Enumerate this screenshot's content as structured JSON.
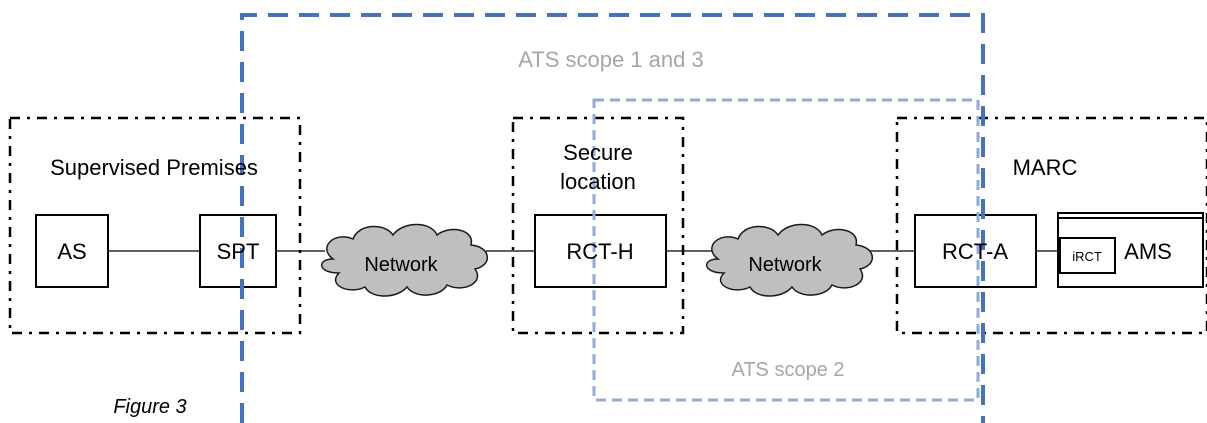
{
  "scope_labels": {
    "scope_1_3": "ATS scope 1 and 3",
    "scope_2": "ATS scope 2"
  },
  "zones": {
    "premises": "Supervised Premises",
    "secure_line1": "Secure",
    "secure_line2": "location",
    "marc": "MARC"
  },
  "nodes": {
    "as": "AS",
    "spt": "SPT",
    "network_1": "Network",
    "rct_h": "RCT-H",
    "network_2": "Network",
    "rct_a": "RCT-A",
    "irct": "iRCT",
    "ams": "AMS"
  },
  "caption": "Figure 3",
  "colors": {
    "scope_1_3_line": "#4472C4",
    "scope_2_line": "#8FAADC",
    "scope_text": "#A6A6A6",
    "cloud_fill": "#BFBFBF",
    "ink": "#000000"
  }
}
